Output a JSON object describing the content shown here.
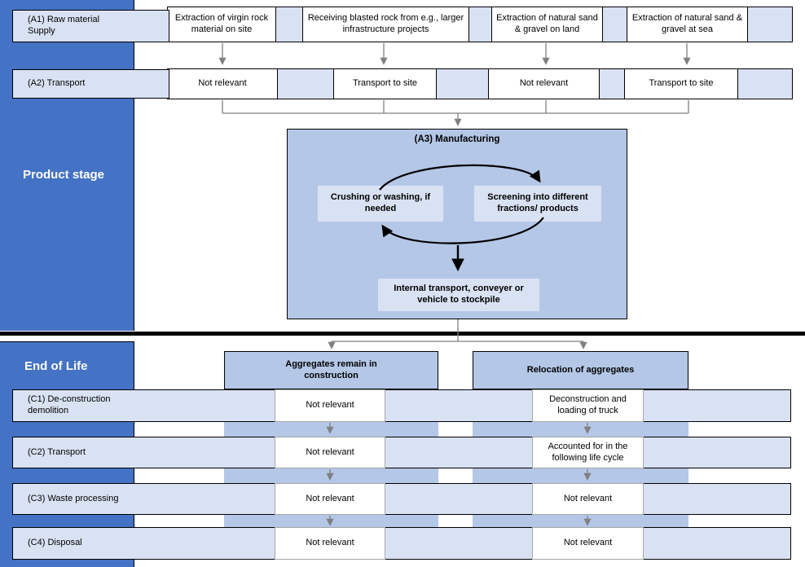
{
  "colors": {
    "sidebar_blue": "#4472C4",
    "light_blue": "#D9E2F3",
    "medium_blue": "#B4C7E7",
    "connector_gray": "#808080",
    "arrow_black": "#000000",
    "separator_black": "#000000"
  },
  "sidebar": {
    "product_stage": "Product stage",
    "end_of_life": "End of Life"
  },
  "product_stage": {
    "a1": {
      "label": "(A1) Raw material Supply",
      "cells": [
        "Extraction of virgin rock material on site",
        "Receiving blasted rock from e.g., larger infrastructure projects",
        "Extraction of natural sand & gravel on land",
        "Extraction of natural sand & gravel at sea"
      ]
    },
    "a2": {
      "label": "(A2) Transport",
      "cells": [
        "Not relevant",
        "Transport to site",
        "Not relevant",
        "Transport to site"
      ]
    },
    "a3": {
      "title": "(A3) Manufacturing",
      "steps": {
        "crushing": "Crushing or washing, if needed",
        "screening": "Screening into different fractions/ products",
        "internal_transport": "Internal transport, conveyer or vehicle to stockpile"
      }
    }
  },
  "end_of_life": {
    "columns": [
      "Aggregates remain in construction",
      "Relocation of aggregates"
    ],
    "rows": [
      {
        "label": "(C1) De-construction demolition",
        "remain": "Not relevant",
        "relocation": "Deconstruction and loading of truck"
      },
      {
        "label": "(C2) Transport",
        "remain": "Not relevant",
        "relocation": "Accounted for in the following life cycle"
      },
      {
        "label": "(C3) Waste processing",
        "remain": "Not relevant",
        "relocation": "Not relevant"
      },
      {
        "label": "(C4) Disposal",
        "remain": "Not relevant",
        "relocation": "Not relevant"
      }
    ]
  }
}
